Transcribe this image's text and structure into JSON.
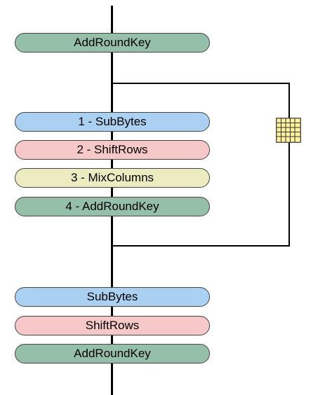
{
  "colors": {
    "add_round_key": "#96bfaa",
    "sub_bytes": "#aad0f2",
    "shift_rows": "#f6c8c8",
    "mix_columns": "#ececc0",
    "state_grid": "#fff29a"
  },
  "initial_round": {
    "add_round_key_label": "AddRoundKey"
  },
  "main_rounds": {
    "steps": [
      {
        "label": "1 - SubBytes"
      },
      {
        "label": "2 - ShiftRows"
      },
      {
        "label": "3 - MixColumns"
      },
      {
        "label": "4 - AddRoundKey"
      }
    ],
    "loop_icon": "state-matrix-grid-icon"
  },
  "final_round": {
    "steps": [
      {
        "label": "SubBytes"
      },
      {
        "label": "ShiftRows"
      },
      {
        "label": "AddRoundKey"
      }
    ]
  }
}
